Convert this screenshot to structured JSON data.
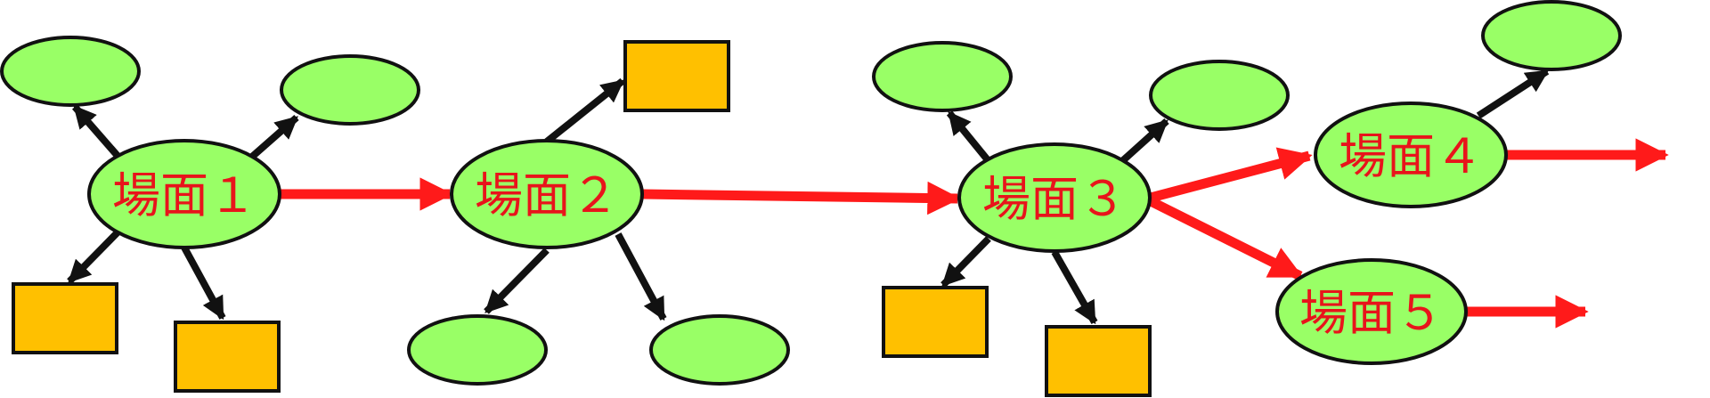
{
  "colors": {
    "node_fill": "#99ff66",
    "box_fill": "#ffc000",
    "outline": "#111111",
    "flow_arrow": "#ff1a1a",
    "link_arrow": "#111111",
    "label_text": "#e8141b",
    "background": "#ffffff"
  },
  "scenes": [
    {
      "id": "scene-1",
      "label": "場面１"
    },
    {
      "id": "scene-2",
      "label": "場面２"
    },
    {
      "id": "scene-3",
      "label": "場面３"
    },
    {
      "id": "scene-4",
      "label": "場面４"
    },
    {
      "id": "scene-5",
      "label": "場面５"
    }
  ],
  "flow": [
    {
      "from": "scene-1",
      "to": "scene-2"
    },
    {
      "from": "scene-2",
      "to": "scene-3"
    },
    {
      "from": "scene-3",
      "to": "scene-4"
    },
    {
      "from": "scene-3",
      "to": "scene-5"
    },
    {
      "from": "scene-4",
      "to": "offscreen"
    },
    {
      "from": "scene-5",
      "to": "offscreen"
    }
  ],
  "attachments": [
    {
      "scene": "scene-1",
      "shape": "ellipse",
      "count": 2
    },
    {
      "scene": "scene-1",
      "shape": "rectangle",
      "count": 2
    },
    {
      "scene": "scene-2",
      "shape": "ellipse",
      "count": 2
    },
    {
      "scene": "scene-2",
      "shape": "rectangle",
      "count": 1
    },
    {
      "scene": "scene-3",
      "shape": "ellipse",
      "count": 2
    },
    {
      "scene": "scene-3",
      "shape": "rectangle",
      "count": 2
    },
    {
      "scene": "scene-4",
      "shape": "ellipse",
      "count": 1
    }
  ]
}
